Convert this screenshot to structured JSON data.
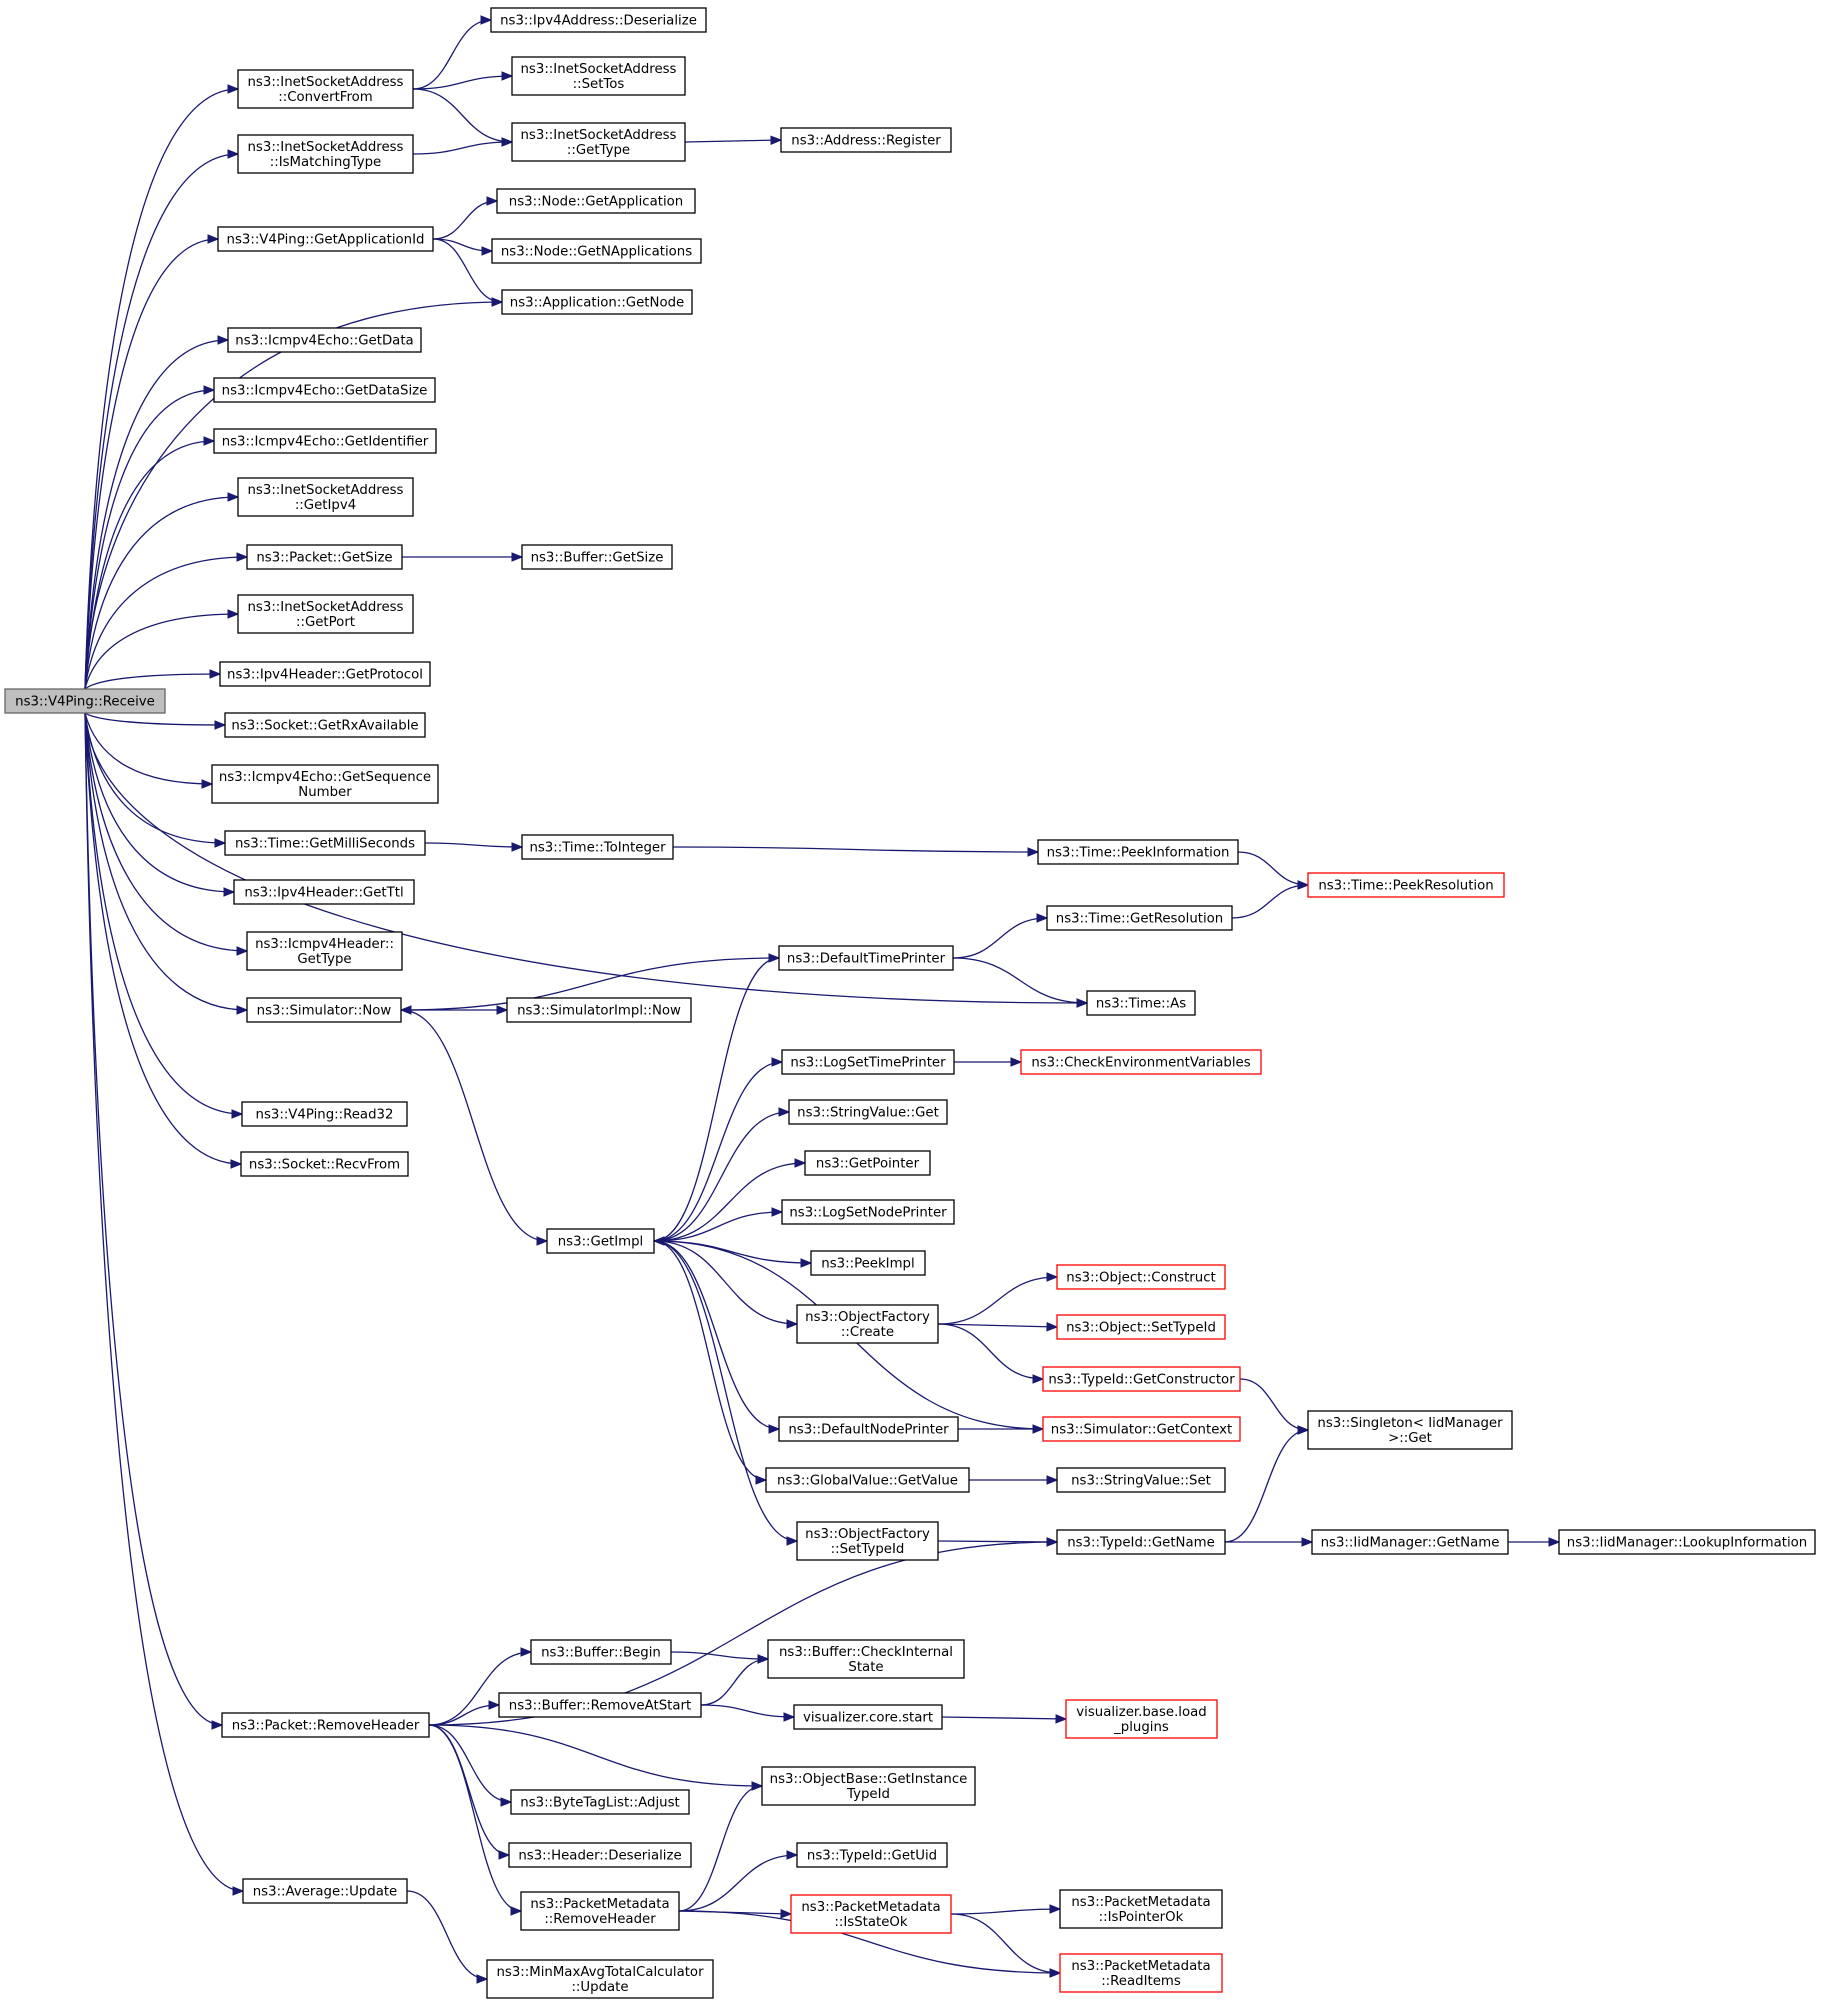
{
  "nodes": [
    {
      "id": "receive",
      "lines": [
        "ns3::V4Ping::Receive"
      ],
      "style": "root"
    },
    {
      "id": "isa_convertfrom",
      "lines": [
        "ns3::InetSocketAddress",
        "::ConvertFrom"
      ],
      "style": "normal"
    },
    {
      "id": "isa_ismatching",
      "lines": [
        "ns3::InetSocketAddress",
        "::IsMatchingType"
      ],
      "style": "normal"
    },
    {
      "id": "v4ping_getappid",
      "lines": [
        "ns3::V4Ping::GetApplicationId"
      ],
      "style": "normal"
    },
    {
      "id": "ipv4_deserialize",
      "lines": [
        "ns3::Ipv4Address::Deserialize"
      ],
      "style": "normal"
    },
    {
      "id": "isa_settos",
      "lines": [
        "ns3::InetSocketAddress",
        "::SetTos"
      ],
      "style": "normal"
    },
    {
      "id": "isa_gettype",
      "lines": [
        "ns3::InetSocketAddress",
        "::GetType"
      ],
      "style": "normal"
    },
    {
      "id": "addr_register",
      "lines": [
        "ns3::Address::Register"
      ],
      "style": "normal"
    },
    {
      "id": "node_getapp",
      "lines": [
        "ns3::Node::GetApplication"
      ],
      "style": "normal"
    },
    {
      "id": "node_getnapps",
      "lines": [
        "ns3::Node::GetNApplications"
      ],
      "style": "normal"
    },
    {
      "id": "app_getnode",
      "lines": [
        "ns3::Application::GetNode"
      ],
      "style": "normal"
    },
    {
      "id": "icmp_getdata",
      "lines": [
        "ns3::Icmpv4Echo::GetData"
      ],
      "style": "normal"
    },
    {
      "id": "icmp_getdatasize",
      "lines": [
        "ns3::Icmpv4Echo::GetDataSize"
      ],
      "style": "normal"
    },
    {
      "id": "icmp_getident",
      "lines": [
        "ns3::Icmpv4Echo::GetIdentifier"
      ],
      "style": "normal"
    },
    {
      "id": "isa_getipv4",
      "lines": [
        "ns3::InetSocketAddress",
        "::GetIpv4"
      ],
      "style": "normal"
    },
    {
      "id": "packet_getsize",
      "lines": [
        "ns3::Packet::GetSize"
      ],
      "style": "normal"
    },
    {
      "id": "buffer_getsize",
      "lines": [
        "ns3::Buffer::GetSize"
      ],
      "style": "normal"
    },
    {
      "id": "isa_getport",
      "lines": [
        "ns3::InetSocketAddress",
        "::GetPort"
      ],
      "style": "normal"
    },
    {
      "id": "ipv4h_getproto",
      "lines": [
        "ns3::Ipv4Header::GetProtocol"
      ],
      "style": "normal"
    },
    {
      "id": "socket_getrx",
      "lines": [
        "ns3::Socket::GetRxAvailable"
      ],
      "style": "normal"
    },
    {
      "id": "icmp_getseq",
      "lines": [
        "ns3::Icmpv4Echo::GetSequence",
        "Number"
      ],
      "style": "normal"
    },
    {
      "id": "time_getms",
      "lines": [
        "ns3::Time::GetMilliSeconds"
      ],
      "style": "normal"
    },
    {
      "id": "time_tointeger",
      "lines": [
        "ns3::Time::ToInteger"
      ],
      "style": "normal"
    },
    {
      "id": "time_peekinfo",
      "lines": [
        "ns3::Time::PeekInformation"
      ],
      "style": "normal"
    },
    {
      "id": "time_peekres",
      "lines": [
        "ns3::Time::PeekResolution"
      ],
      "style": "ext"
    },
    {
      "id": "ipv4h_getttl",
      "lines": [
        "ns3::Ipv4Header::GetTtl"
      ],
      "style": "normal"
    },
    {
      "id": "icmph_gettype",
      "lines": [
        "ns3::Icmpv4Header::",
        "GetType"
      ],
      "style": "normal"
    },
    {
      "id": "sim_now",
      "lines": [
        "ns3::Simulator::Now"
      ],
      "style": "normal"
    },
    {
      "id": "simimpl_now",
      "lines": [
        "ns3::SimulatorImpl::Now"
      ],
      "style": "normal"
    },
    {
      "id": "deftimeprinter",
      "lines": [
        "ns3::DefaultTimePrinter"
      ],
      "style": "normal"
    },
    {
      "id": "time_getres",
      "lines": [
        "ns3::Time::GetResolution"
      ],
      "style": "normal"
    },
    {
      "id": "time_as",
      "lines": [
        "ns3::Time::As"
      ],
      "style": "normal"
    },
    {
      "id": "logsettimeprinter",
      "lines": [
        "ns3::LogSetTimePrinter"
      ],
      "style": "normal"
    },
    {
      "id": "checkenv",
      "lines": [
        "ns3::CheckEnvironmentVariables"
      ],
      "style": "ext"
    },
    {
      "id": "strval_get",
      "lines": [
        "ns3::StringValue::Get"
      ],
      "style": "normal"
    },
    {
      "id": "getpointer",
      "lines": [
        "ns3::GetPointer"
      ],
      "style": "normal"
    },
    {
      "id": "logsetnodeprinter",
      "lines": [
        "ns3::LogSetNodePrinter"
      ],
      "style": "normal"
    },
    {
      "id": "peekimpl",
      "lines": [
        "ns3::PeekImpl"
      ],
      "style": "normal"
    },
    {
      "id": "getimpl",
      "lines": [
        "ns3::GetImpl"
      ],
      "style": "normal"
    },
    {
      "id": "objfactory_create",
      "lines": [
        "ns3::ObjectFactory",
        "::Create"
      ],
      "style": "normal"
    },
    {
      "id": "obj_construct",
      "lines": [
        "ns3::Object::Construct"
      ],
      "style": "ext"
    },
    {
      "id": "obj_settypeid",
      "lines": [
        "ns3::Object::SetTypeId"
      ],
      "style": "ext"
    },
    {
      "id": "typeid_getctor",
      "lines": [
        "ns3::TypeId::GetConstructor"
      ],
      "style": "ext"
    },
    {
      "id": "v4ping_read32",
      "lines": [
        "ns3::V4Ping::Read32"
      ],
      "style": "normal"
    },
    {
      "id": "socket_recvfrom",
      "lines": [
        "ns3::Socket::RecvFrom"
      ],
      "style": "normal"
    },
    {
      "id": "defnodeprinter",
      "lines": [
        "ns3::DefaultNodePrinter"
      ],
      "style": "normal"
    },
    {
      "id": "sim_getcontext",
      "lines": [
        "ns3::Simulator::GetContext"
      ],
      "style": "ext"
    },
    {
      "id": "singleton_get",
      "lines": [
        "ns3::Singleton< IidManager",
        " >::Get"
      ],
      "style": "normal"
    },
    {
      "id": "globalval_getvalue",
      "lines": [
        "ns3::GlobalValue::GetValue"
      ],
      "style": "normal"
    },
    {
      "id": "strval_set",
      "lines": [
        "ns3::StringValue::Set"
      ],
      "style": "normal"
    },
    {
      "id": "objfactory_settypeid",
      "lines": [
        "ns3::ObjectFactory",
        "::SetTypeId"
      ],
      "style": "normal"
    },
    {
      "id": "typeid_getname",
      "lines": [
        "ns3::TypeId::GetName"
      ],
      "style": "normal"
    },
    {
      "id": "iidmgr_getname",
      "lines": [
        "ns3::IidManager::GetName"
      ],
      "style": "normal"
    },
    {
      "id": "iidmgr_lookup",
      "lines": [
        "ns3::IidManager::LookupInformation"
      ],
      "style": "normal"
    },
    {
      "id": "buffer_begin",
      "lines": [
        "ns3::Buffer::Begin"
      ],
      "style": "normal"
    },
    {
      "id": "buffer_checkinternal",
      "lines": [
        "ns3::Buffer::CheckInternal",
        "State"
      ],
      "style": "normal"
    },
    {
      "id": "packet_removeheader",
      "lines": [
        "ns3::Packet::RemoveHeader"
      ],
      "style": "normal"
    },
    {
      "id": "buffer_removeatstart",
      "lines": [
        "ns3::Buffer::RemoveAtStart"
      ],
      "style": "normal"
    },
    {
      "id": "viz_core_start",
      "lines": [
        "visualizer.core.start"
      ],
      "style": "normal"
    },
    {
      "id": "viz_base_load",
      "lines": [
        "visualizer.base.load",
        "_plugins"
      ],
      "style": "ext"
    },
    {
      "id": "objbase_getinst",
      "lines": [
        "ns3::ObjectBase::GetInstance",
        "TypeId"
      ],
      "style": "normal"
    },
    {
      "id": "bytetaglist_adjust",
      "lines": [
        "ns3::ByteTagList::Adjust"
      ],
      "style": "normal"
    },
    {
      "id": "header_deserialize",
      "lines": [
        "ns3::Header::Deserialize"
      ],
      "style": "normal"
    },
    {
      "id": "typeid_getuid",
      "lines": [
        "ns3::TypeId::GetUid"
      ],
      "style": "normal"
    },
    {
      "id": "average_update",
      "lines": [
        "ns3::Average::Update"
      ],
      "style": "normal"
    },
    {
      "id": "pm_removeheader",
      "lines": [
        "ns3::PacketMetadata",
        "::RemoveHeader"
      ],
      "style": "normal"
    },
    {
      "id": "pm_isstateok",
      "lines": [
        "ns3::PacketMetadata",
        "::IsStateOk"
      ],
      "style": "ext"
    },
    {
      "id": "pm_ispointerok",
      "lines": [
        "ns3::PacketMetadata",
        "::IsPointerOk"
      ],
      "style": "normal"
    },
    {
      "id": "pm_readitems",
      "lines": [
        "ns3::PacketMetadata",
        "::ReadItems"
      ],
      "style": "ext"
    },
    {
      "id": "minmax_update",
      "lines": [
        "ns3::MinMaxAvgTotalCalculator",
        "::Update"
      ],
      "style": "normal"
    }
  ],
  "edges": [
    [
      "receive",
      "isa_convertfrom"
    ],
    [
      "receive",
      "isa_ismatching"
    ],
    [
      "receive",
      "v4ping_getappid"
    ],
    [
      "receive",
      "app_getnode"
    ],
    [
      "receive",
      "icmp_getdata"
    ],
    [
      "receive",
      "icmp_getdatasize"
    ],
    [
      "receive",
      "icmp_getident"
    ],
    [
      "receive",
      "isa_getipv4"
    ],
    [
      "receive",
      "packet_getsize"
    ],
    [
      "receive",
      "isa_getport"
    ],
    [
      "receive",
      "ipv4h_getproto"
    ],
    [
      "receive",
      "socket_getrx"
    ],
    [
      "receive",
      "icmp_getseq"
    ],
    [
      "receive",
      "time_getms"
    ],
    [
      "receive",
      "ipv4h_getttl"
    ],
    [
      "receive",
      "icmph_gettype"
    ],
    [
      "receive",
      "sim_now"
    ],
    [
      "receive",
      "time_as"
    ],
    [
      "receive",
      "v4ping_read32"
    ],
    [
      "receive",
      "socket_recvfrom"
    ],
    [
      "receive",
      "packet_removeheader"
    ],
    [
      "receive",
      "average_update"
    ],
    [
      "isa_convertfrom",
      "ipv4_deserialize"
    ],
    [
      "isa_convertfrom",
      "isa_settos"
    ],
    [
      "isa_convertfrom",
      "isa_gettype"
    ],
    [
      "isa_ismatching",
      "isa_gettype"
    ],
    [
      "isa_gettype",
      "addr_register"
    ],
    [
      "v4ping_getappid",
      "node_getapp"
    ],
    [
      "v4ping_getappid",
      "node_getnapps"
    ],
    [
      "v4ping_getappid",
      "app_getnode"
    ],
    [
      "packet_getsize",
      "buffer_getsize"
    ],
    [
      "time_getms",
      "time_tointeger"
    ],
    [
      "time_tointeger",
      "time_peekinfo"
    ],
    [
      "time_peekinfo",
      "time_peekres"
    ],
    [
      "sim_now",
      "simimpl_now"
    ],
    [
      "sim_now",
      "getimpl"
    ],
    [
      "deftimeprinter",
      "sim_now"
    ],
    [
      "deftimeprinter",
      "time_getres"
    ],
    [
      "deftimeprinter",
      "time_as"
    ],
    [
      "time_getres",
      "time_peekres"
    ],
    [
      "logsettimeprinter",
      "checkenv"
    ],
    [
      "getimpl",
      "deftimeprinter"
    ],
    [
      "getimpl",
      "logsettimeprinter"
    ],
    [
      "getimpl",
      "strval_get"
    ],
    [
      "getimpl",
      "getpointer"
    ],
    [
      "getimpl",
      "logsetnodeprinter"
    ],
    [
      "getimpl",
      "peekimpl"
    ],
    [
      "getimpl",
      "objfactory_create"
    ],
    [
      "getimpl",
      "defnodeprinter"
    ],
    [
      "getimpl",
      "globalval_getvalue"
    ],
    [
      "getimpl",
      "objfactory_settypeid"
    ],
    [
      "objfactory_create",
      "obj_construct"
    ],
    [
      "objfactory_create",
      "obj_settypeid"
    ],
    [
      "objfactory_create",
      "typeid_getctor"
    ],
    [
      "typeid_getctor",
      "singleton_get"
    ],
    [
      "defnodeprinter",
      "sim_getcontext"
    ],
    [
      "sim_getcontext",
      "getimpl"
    ],
    [
      "globalval_getvalue",
      "strval_set"
    ],
    [
      "objfactory_settypeid",
      "typeid_getname"
    ],
    [
      "typeid_getname",
      "singleton_get"
    ],
    [
      "typeid_getname",
      "iidmgr_getname"
    ],
    [
      "iidmgr_getname",
      "iidmgr_lookup"
    ],
    [
      "packet_removeheader",
      "typeid_getname"
    ],
    [
      "packet_removeheader",
      "buffer_begin"
    ],
    [
      "packet_removeheader",
      "buffer_removeatstart"
    ],
    [
      "packet_removeheader",
      "objbase_getinst"
    ],
    [
      "packet_removeheader",
      "bytetaglist_adjust"
    ],
    [
      "packet_removeheader",
      "header_deserialize"
    ],
    [
      "packet_removeheader",
      "pm_removeheader"
    ],
    [
      "buffer_begin",
      "buffer_checkinternal"
    ],
    [
      "buffer_removeatstart",
      "buffer_checkinternal"
    ],
    [
      "buffer_removeatstart",
      "viz_core_start"
    ],
    [
      "viz_core_start",
      "viz_base_load"
    ],
    [
      "pm_removeheader",
      "objbase_getinst"
    ],
    [
      "pm_removeheader",
      "typeid_getuid"
    ],
    [
      "pm_removeheader",
      "pm_isstateok"
    ],
    [
      "pm_removeheader",
      "pm_readitems"
    ],
    [
      "pm_isstateok",
      "pm_ispointerok"
    ],
    [
      "pm_isstateok",
      "pm_readitems"
    ],
    [
      "average_update",
      "minmax_update"
    ]
  ]
}
